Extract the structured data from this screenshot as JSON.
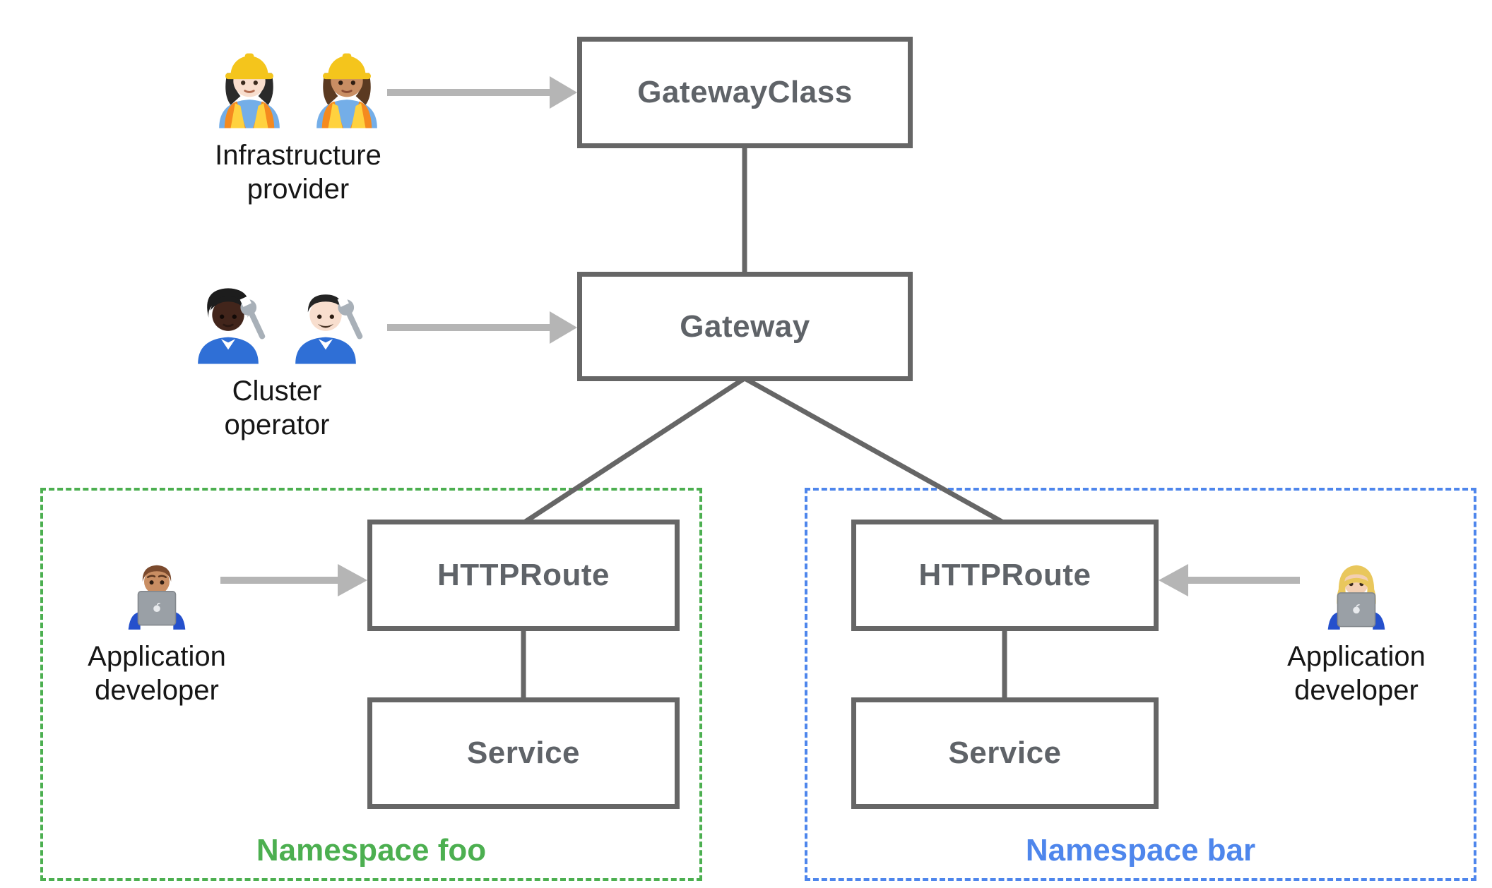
{
  "nodes": {
    "gateway_class": "GatewayClass",
    "gateway": "Gateway",
    "httproute_foo": "HTTPRoute",
    "service_foo": "Service",
    "httproute_bar": "HTTPRoute",
    "service_bar": "Service"
  },
  "personas": {
    "infrastructure_provider": {
      "lines": [
        "Infrastructure",
        "provider"
      ],
      "icons": [
        "woman-construction-worker-light-icon",
        "woman-construction-worker-medium-icon"
      ]
    },
    "cluster_operator": {
      "lines": [
        "Cluster",
        "operator"
      ],
      "icons": [
        "mechanic-dark-icon",
        "man-mechanic-light-icon"
      ]
    },
    "application_developer_foo": {
      "lines": [
        "Application",
        "developer"
      ],
      "icons": [
        "man-technologist-icon"
      ]
    },
    "application_developer_bar": {
      "lines": [
        "Application",
        "developer"
      ],
      "icons": [
        "woman-technologist-icon"
      ]
    }
  },
  "namespaces": {
    "foo": "Namespace foo",
    "bar": "Namespace bar"
  },
  "colors": {
    "node_border": "#666666",
    "node_text": "#5f6368",
    "connector": "#666666",
    "arrow": "#b5b5b5",
    "namespace_foo": "#4caf50",
    "namespace_bar": "#4e86ec",
    "persona_text": "#161616"
  }
}
